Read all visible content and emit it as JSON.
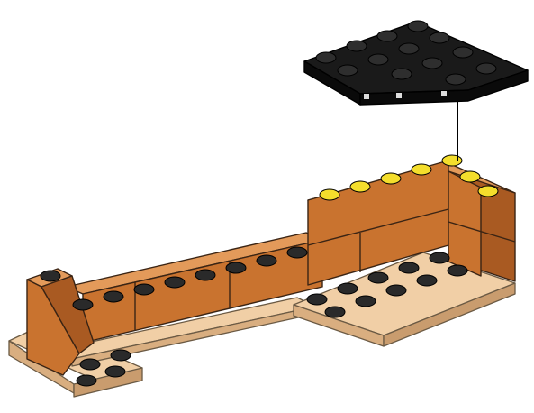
{
  "scene": {
    "subject": "building-instruction-step",
    "colors": {
      "background": "#ffffff",
      "brick_front": "#c9732f",
      "brick_top": "#e39a5a",
      "brick_side": "#a95a22",
      "plate_top": "#f1cfa6",
      "plate_side": "#d9ae80",
      "stud_tan": "#2a2a2a",
      "stud_new": "#f4de2c",
      "black_plate_top": "#1a1a1a",
      "connector_line": "#000000"
    },
    "parts": [
      {
        "name": "black-wedge-plate",
        "color": "black",
        "role": "new-part"
      },
      {
        "name": "tan-base-plate-left",
        "color": "tan",
        "role": "placed"
      },
      {
        "name": "tan-base-plate-right",
        "color": "tan",
        "role": "placed"
      },
      {
        "name": "orange-brick-wall",
        "color": "orange",
        "role": "placed"
      },
      {
        "name": "orange-slope-brick",
        "color": "orange",
        "role": "placed"
      }
    ],
    "highlighted_studs": "yellow"
  }
}
